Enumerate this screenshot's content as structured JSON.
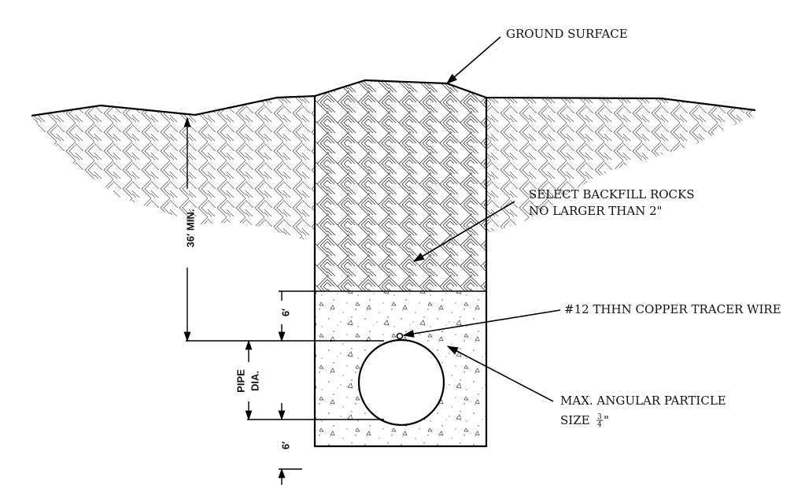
{
  "labels": {
    "ground_surface": "GROUND SURFACE",
    "backfill_line1": "SELECT BACKFILL ROCKS",
    "backfill_line2": "NO LARGER THAN 2\"",
    "tracer_wire": "#12 THHN COPPER TRACER WIRE",
    "particle_line1": "MAX. ANGULAR PARTICLE",
    "particle_line2_prefix": "SIZE ",
    "particle_frac_num": "3",
    "particle_frac_den": "4",
    "particle_line2_suffix": "\""
  },
  "dimensions": {
    "cover_depth": "36′ MIN.",
    "top_bedding": "6′",
    "pipe_dia_line1": "PIPE",
    "pipe_dia_line2": "DIA.",
    "bottom_bedding": "6′"
  }
}
